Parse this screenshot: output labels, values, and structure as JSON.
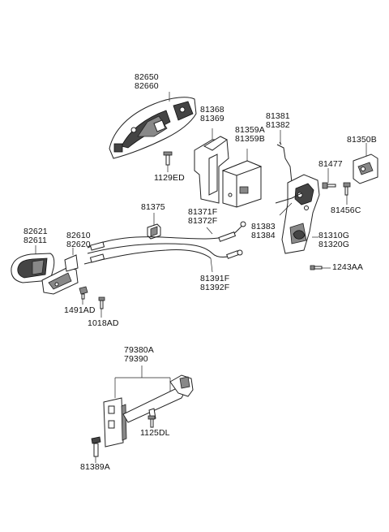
{
  "labels": {
    "outside_handle": [
      "82650",
      "82660"
    ],
    "handle_bracket": [
      "81368",
      "81369"
    ],
    "actuator": [
      "81359A",
      "81359B"
    ],
    "latch_rod": [
      "81381",
      "81382"
    ],
    "striker_plate": [
      "81350B"
    ],
    "bolt_a": [
      "81477"
    ],
    "bolt_b": [
      "81456C"
    ],
    "screw_handle": [
      "1129ED"
    ],
    "clip": [
      "81375"
    ],
    "cable_upper": [
      "81371F",
      "81372F"
    ],
    "latch_lever": [
      "81383",
      "81384"
    ],
    "latch_assy": [
      "81310G",
      "81320G"
    ],
    "screw_latch": [
      "1243AA"
    ],
    "inside_handle_cover": [
      "82621",
      "82611"
    ],
    "inside_handle": [
      "82610",
      "82620"
    ],
    "cable_lower": [
      "81391F",
      "81392F"
    ],
    "screw_inner_a": [
      "1491AD"
    ],
    "screw_inner_b": [
      "1018AD"
    ],
    "door_checker": [
      "79380A",
      "79390"
    ],
    "checker_screw": [
      "1125DL"
    ],
    "checker_bolt": [
      "81389A"
    ]
  }
}
